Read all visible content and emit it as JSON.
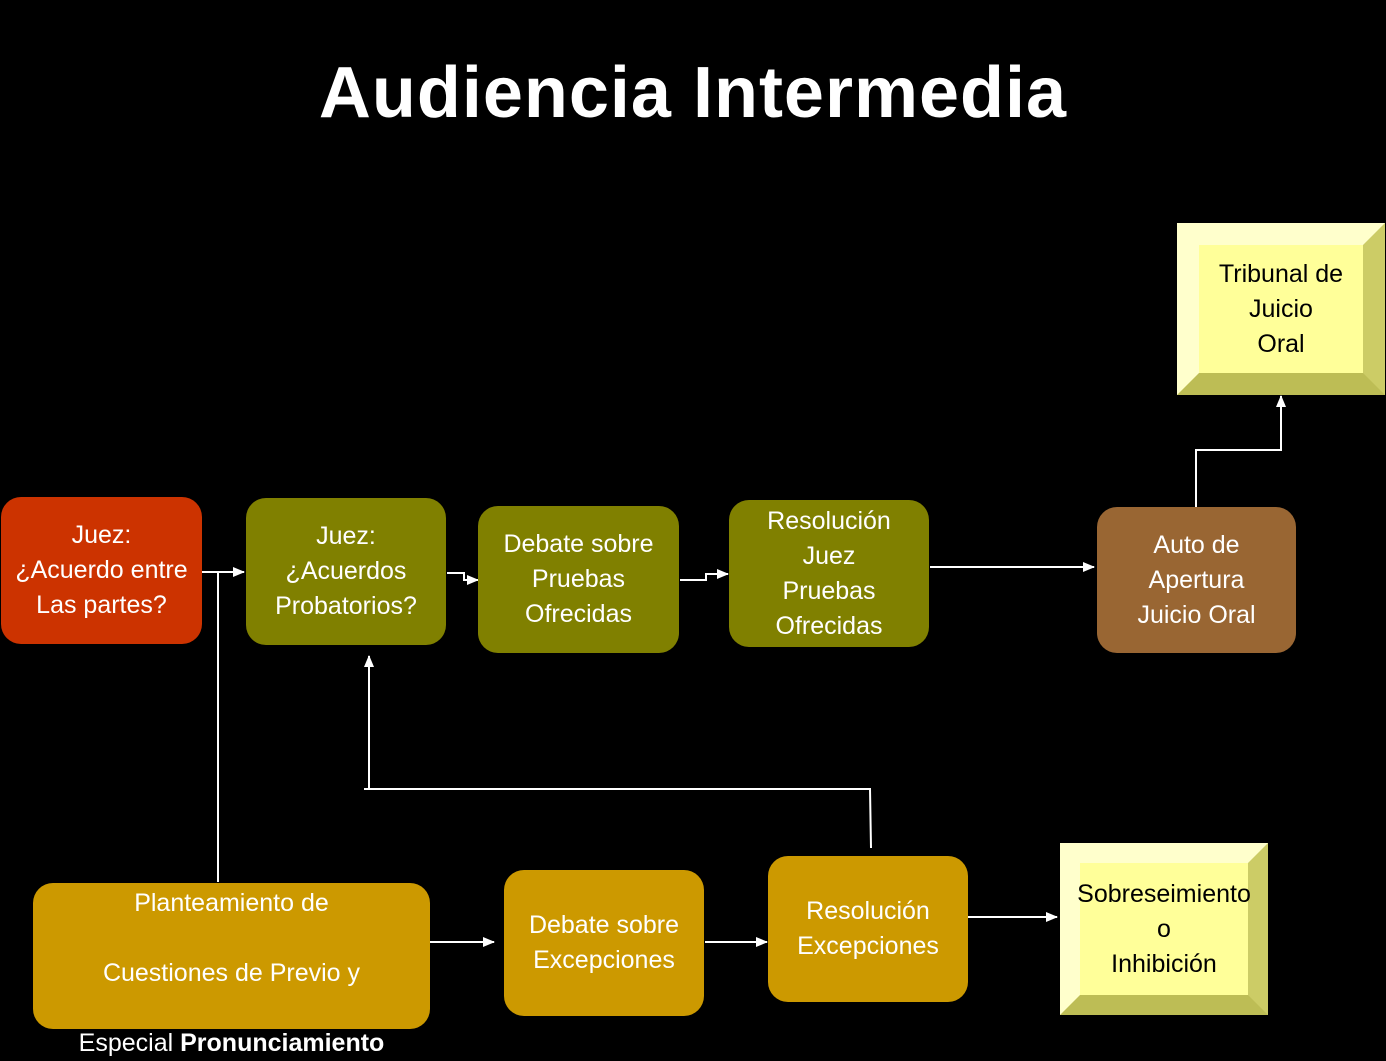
{
  "title": "Audiencia Intermedia",
  "nodes": {
    "juez_acuerdo": "Juez:\n¿Acuerdo entre\nLas partes?",
    "juez_acuerdos_probatorios": "Juez:\n¿Acuerdos\nProbatorios?",
    "debate_pruebas": "Debate sobre\nPruebas\nOfrecidas",
    "resolucion_pruebas": "Resolución\nJuez\nPruebas\nOfrecidas",
    "auto_apertura": "Auto de\nApertura\nJuicio Oral",
    "tribunal": "Tribunal de\nJuicio\nOral",
    "planteamiento_line1": "Planteamiento de",
    "planteamiento_line2": "Cuestiones de Previo y",
    "planteamiento_line3_prefix": "Especial ",
    "planteamiento_line3_bold": "Pronunciamiento",
    "debate_excepciones": "Debate sobre\nExcepciones",
    "resolucion_excepciones": "Resolución\nExcepciones",
    "sobreseimiento": "Sobreseimiento\no\nInhibición"
  },
  "colors": {
    "background": "#000000",
    "red": "#cc3300",
    "olive": "#808000",
    "brown": "#996633",
    "gold": "#cc9900",
    "light_yellow": "#ffff99",
    "arrow": "#ffffff"
  }
}
